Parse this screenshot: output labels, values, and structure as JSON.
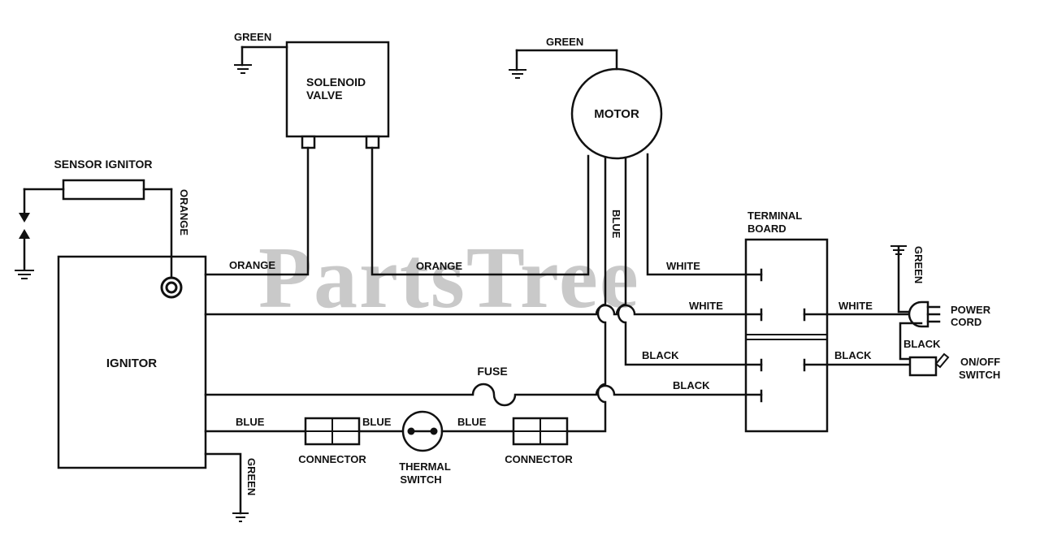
{
  "watermark": "PartsTree",
  "components": {
    "ignitor": "IGNITOR",
    "sensor_ignitor": "SENSOR IGNITOR",
    "solenoid_line1": "SOLENOID",
    "solenoid_line2": "VALVE",
    "motor": "MOTOR",
    "terminal_line1": "TERMINAL",
    "terminal_line2": "BOARD",
    "fuse": "FUSE",
    "connector_left": "CONNECTOR",
    "connector_right": "CONNECTOR",
    "thermal_line1": "THERMAL",
    "thermal_line2": "SWITCH",
    "power_line1": "POWER",
    "power_line2": "CORD",
    "switch_line1": "ON/OFF",
    "switch_line2": "SWITCH"
  },
  "wires": {
    "green_solenoid": "GREEN",
    "green_motor": "GREEN",
    "green_ignitor": "GREEN",
    "green_cord": "GREEN",
    "orange_sensor": "ORANGE",
    "orange_ignitor": "ORANGE",
    "orange_solenoid": "ORANGE",
    "blue_motor": "BLUE",
    "white_motor": "WHITE",
    "white_ignitor": "WHITE",
    "white_cord": "WHITE",
    "black_motor": "BLACK",
    "black_ignitor": "BLACK",
    "black_switch": "BLACK",
    "black_cord": "BLACK",
    "blue_1": "BLUE",
    "blue_2": "BLUE",
    "blue_3": "BLUE"
  }
}
